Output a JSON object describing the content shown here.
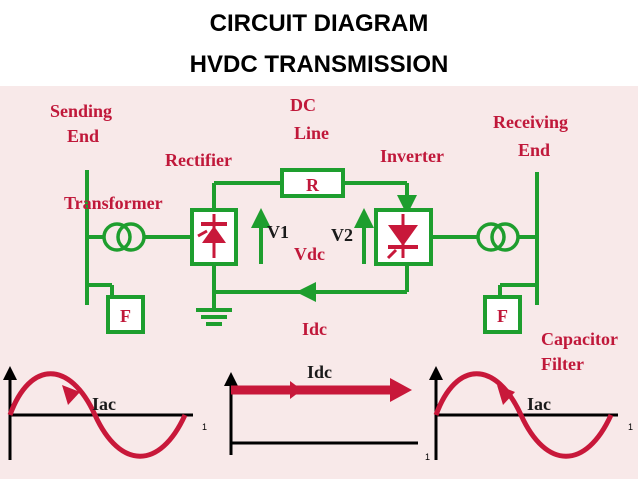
{
  "title": {
    "line1": "CIRCUIT DIAGRAM",
    "line2": "HVDC TRANSMISSION"
  },
  "labels": {
    "sending_end_1": "Sending",
    "sending_end_2": "End",
    "dc_line_1": "DC",
    "dc_line_2": "Line",
    "receiving_end_1": "Receiving",
    "receiving_end_2": "End",
    "rectifier": "Rectifier",
    "inverter": "Inverter",
    "transformer": "Transformer",
    "resistor": "R",
    "v1": "V1",
    "v2": "V2",
    "vdc": "Vdc",
    "idc_circuit": "Idc",
    "filter_left": "F",
    "filter_right": "F",
    "capacitor_filter_1": "Capacitor",
    "capacitor_filter_2": "Filter",
    "iac_left": "Iac",
    "idc_waveform": "Idc",
    "iac_right": "Iac",
    "tick_left": "1",
    "tick_middle": "1",
    "tick_right": "1"
  },
  "colors": {
    "green": "#1e9e2e",
    "red": "#c8183a",
    "label_red": "#c0183a",
    "panel": "#f8e9e9"
  }
}
